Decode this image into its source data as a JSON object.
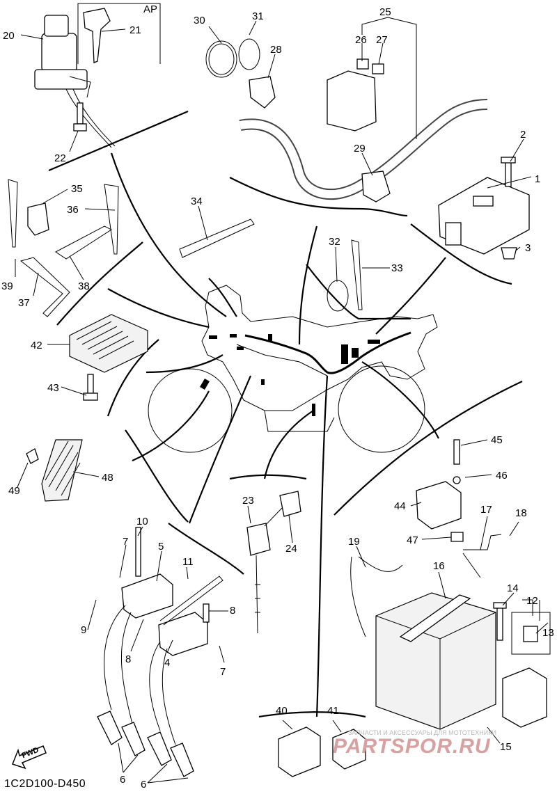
{
  "diagram_code": "1C2D100-D450",
  "ap_label": "AP",
  "fwd_label": "FWD",
  "watermark": {
    "caption": "ЗАПЧАСТИ И АКСЕССУАРЫ ДЛЯ МОТОТЕХНИКИ",
    "logo": "PARTSPOR.RU"
  },
  "callouts": [
    {
      "id": "c1",
      "label": "1"
    },
    {
      "id": "c2",
      "label": "2"
    },
    {
      "id": "c3",
      "label": "3"
    },
    {
      "id": "c4",
      "label": "4"
    },
    {
      "id": "c5",
      "label": "5"
    },
    {
      "id": "c6a",
      "label": "6"
    },
    {
      "id": "c6b",
      "label": "6"
    },
    {
      "id": "c7a",
      "label": "7"
    },
    {
      "id": "c7b",
      "label": "7"
    },
    {
      "id": "c8a",
      "label": "8"
    },
    {
      "id": "c8b",
      "label": "8"
    },
    {
      "id": "c9",
      "label": "9"
    },
    {
      "id": "c10",
      "label": "10"
    },
    {
      "id": "c11",
      "label": "11"
    },
    {
      "id": "c12",
      "label": "12"
    },
    {
      "id": "c13",
      "label": "13"
    },
    {
      "id": "c14",
      "label": "14"
    },
    {
      "id": "c15",
      "label": "15"
    },
    {
      "id": "c16",
      "label": "16"
    },
    {
      "id": "c17",
      "label": "17"
    },
    {
      "id": "c18",
      "label": "18"
    },
    {
      "id": "c19",
      "label": "19"
    },
    {
      "id": "c20",
      "label": "20"
    },
    {
      "id": "c21",
      "label": "21"
    },
    {
      "id": "c22",
      "label": "22"
    },
    {
      "id": "c23",
      "label": "23"
    },
    {
      "id": "c24",
      "label": "24"
    },
    {
      "id": "c25",
      "label": "25"
    },
    {
      "id": "c26",
      "label": "26"
    },
    {
      "id": "c27",
      "label": "27"
    },
    {
      "id": "c28",
      "label": "28"
    },
    {
      "id": "c29",
      "label": "29"
    },
    {
      "id": "c30",
      "label": "30"
    },
    {
      "id": "c31",
      "label": "31"
    },
    {
      "id": "c32",
      "label": "32"
    },
    {
      "id": "c33",
      "label": "33"
    },
    {
      "id": "c34",
      "label": "34"
    },
    {
      "id": "c35",
      "label": "35"
    },
    {
      "id": "c36",
      "label": "36"
    },
    {
      "id": "c37",
      "label": "37"
    },
    {
      "id": "c38",
      "label": "38"
    },
    {
      "id": "c39",
      "label": "39"
    },
    {
      "id": "c40",
      "label": "40"
    },
    {
      "id": "c41",
      "label": "41"
    },
    {
      "id": "c42",
      "label": "42"
    },
    {
      "id": "c43",
      "label": "43"
    },
    {
      "id": "c44",
      "label": "44"
    },
    {
      "id": "c45",
      "label": "45"
    },
    {
      "id": "c46",
      "label": "46"
    },
    {
      "id": "c47",
      "label": "47"
    },
    {
      "id": "c48",
      "label": "48"
    },
    {
      "id": "c49",
      "label": "49"
    }
  ]
}
